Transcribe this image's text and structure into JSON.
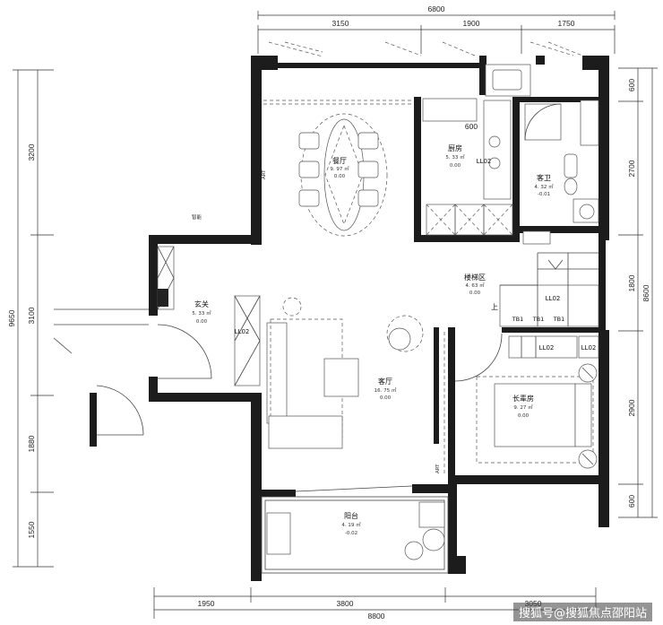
{
  "dimensions": {
    "top_total": "6800",
    "top_segments": [
      "3150",
      "1900",
      "1750"
    ],
    "bottom_total": "8800",
    "bottom_segments": [
      "1950",
      "3800",
      "3050"
    ],
    "left_total": "9650",
    "left_segments": [
      "3200",
      "3100",
      "1880",
      "1550"
    ],
    "right_total": "8600",
    "right_segments": [
      "600",
      "2700",
      "1800",
      "2900",
      "600"
    ],
    "kitchen_width": "600"
  },
  "rooms": {
    "dining": {
      "name": "餐厅",
      "area": "9. 97 ㎡",
      "level": "0.00"
    },
    "kitchen": {
      "name": "厨房",
      "area": "5. 33 ㎡",
      "level": "0.00"
    },
    "guest_bath": {
      "name": "客卫",
      "area": "4. 32 ㎡",
      "level": "-0.01"
    },
    "entry": {
      "name": "玄关",
      "area": "5. 33 ㎡",
      "level": "0.00"
    },
    "stair": {
      "name": "楼梯区",
      "area": "4. 63 ㎡",
      "level": "0.00"
    },
    "living": {
      "name": "客厅",
      "area": "16. 75 ㎡",
      "level": "0.00"
    },
    "elder": {
      "name": "长辈房",
      "area": "9. 27 ㎡",
      "level": "0.00"
    },
    "balcony": {
      "name": "阳台",
      "area": "4. 19 ㎡",
      "level": "-0.02"
    }
  },
  "labels": {
    "ll02": "LL02",
    "tb1": "TB1",
    "up": "上",
    "smart": "智能",
    "art": "ART"
  },
  "watermark": "搜狐号@搜狐焦点邵阳站"
}
